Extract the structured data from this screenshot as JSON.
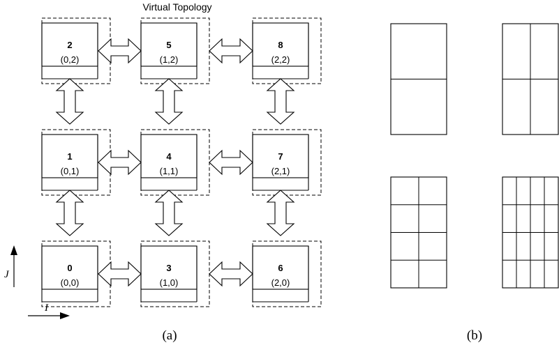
{
  "figure": {
    "title": "Virtual Topology",
    "panel_a_caption": "(a)",
    "panel_b_caption": "(b)",
    "axis_i_label": "I",
    "axis_j_label": "J"
  },
  "nodes": [
    {
      "id": "2",
      "coord": "(0,2)",
      "col": 0,
      "row": 0
    },
    {
      "id": "5",
      "coord": "(1,2)",
      "col": 1,
      "row": 0
    },
    {
      "id": "8",
      "coord": "(2,2)",
      "col": 2,
      "row": 0
    },
    {
      "id": "1",
      "coord": "(0,1)",
      "col": 0,
      "row": 1
    },
    {
      "id": "4",
      "coord": "(1,1)",
      "col": 1,
      "row": 1
    },
    {
      "id": "7",
      "coord": "(2,1)",
      "col": 2,
      "row": 1
    },
    {
      "id": "0",
      "coord": "(0,0)",
      "col": 0,
      "row": 2
    },
    {
      "id": "3",
      "coord": "(1,0)",
      "col": 1,
      "row": 2
    },
    {
      "id": "6",
      "coord": "(2,0)",
      "col": 2,
      "row": 2
    }
  ],
  "decompositions": [
    {
      "name": "1x2",
      "cols": 1,
      "rows": 2
    },
    {
      "name": "2x2",
      "cols": 2,
      "rows": 2
    },
    {
      "name": "2x4",
      "cols": 2,
      "rows": 4
    },
    {
      "name": "4x4",
      "cols": 4,
      "rows": 4
    }
  ],
  "colors": {
    "stroke": "#000000",
    "background": "#ffffff"
  }
}
